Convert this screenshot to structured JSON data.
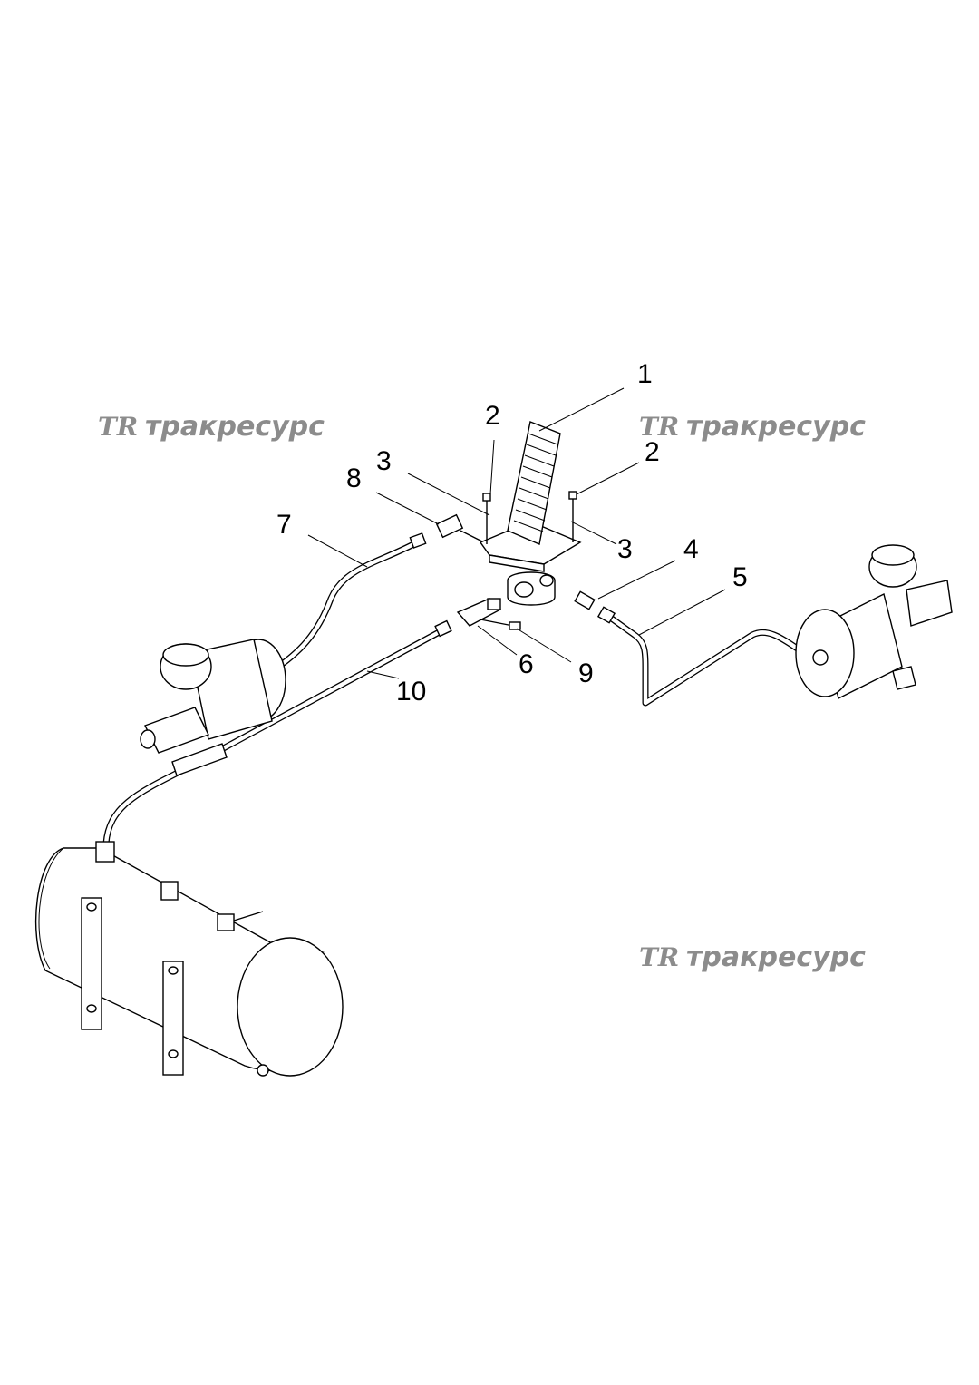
{
  "diagram": {
    "callouts": [
      "1",
      "2",
      "2",
      "3",
      "3",
      "4",
      "5",
      "6",
      "7",
      "8",
      "9",
      "10"
    ]
  },
  "watermark": {
    "logo": "TR",
    "brand": "тракресурс",
    "color": "#8c8c8c"
  },
  "colors": {
    "line": "#000000",
    "background": "#ffffff"
  }
}
